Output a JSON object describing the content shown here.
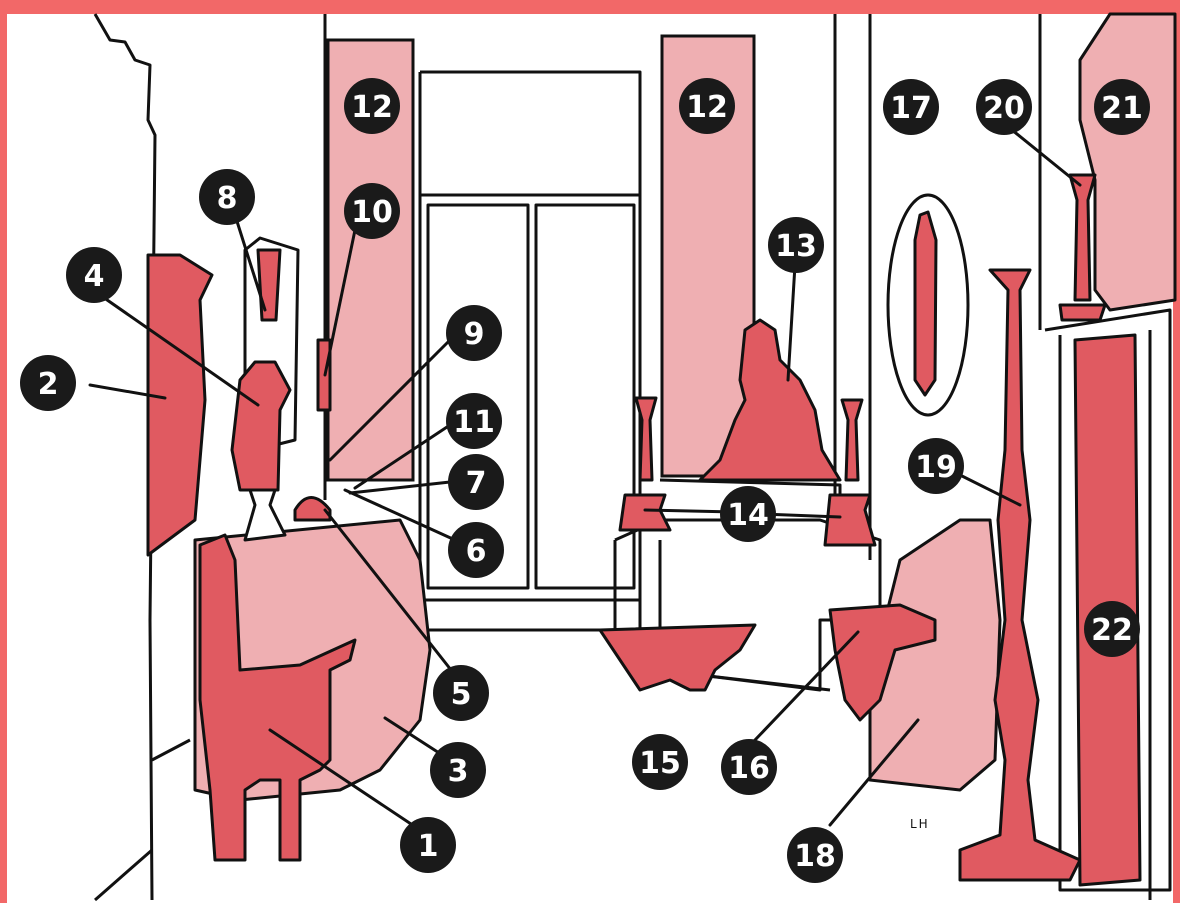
{
  "colors": {
    "frame": "#f26868",
    "dark_red": "#e05a61",
    "light_pink": "#efafb2",
    "outline": "#111111",
    "marker_fill": "#1a1a1a",
    "marker_text": "#ffffff",
    "background": "#ffffff"
  },
  "signature": "LH",
  "markers": [
    {
      "id": "1",
      "label": "1"
    },
    {
      "id": "2",
      "label": "2"
    },
    {
      "id": "3",
      "label": "3"
    },
    {
      "id": "4",
      "label": "4"
    },
    {
      "id": "5",
      "label": "5"
    },
    {
      "id": "6",
      "label": "6"
    },
    {
      "id": "7",
      "label": "7"
    },
    {
      "id": "8",
      "label": "8"
    },
    {
      "id": "9",
      "label": "9"
    },
    {
      "id": "10",
      "label": "10"
    },
    {
      "id": "11",
      "label": "11"
    },
    {
      "id": "12a",
      "label": "12"
    },
    {
      "id": "12b",
      "label": "12"
    },
    {
      "id": "13",
      "label": "13"
    },
    {
      "id": "14",
      "label": "14"
    },
    {
      "id": "15",
      "label": "15"
    },
    {
      "id": "16",
      "label": "16"
    },
    {
      "id": "17",
      "label": "17"
    },
    {
      "id": "18",
      "label": "18"
    },
    {
      "id": "19",
      "label": "19"
    },
    {
      "id": "20",
      "label": "20"
    },
    {
      "id": "21",
      "label": "21"
    },
    {
      "id": "22",
      "label": "22"
    }
  ]
}
